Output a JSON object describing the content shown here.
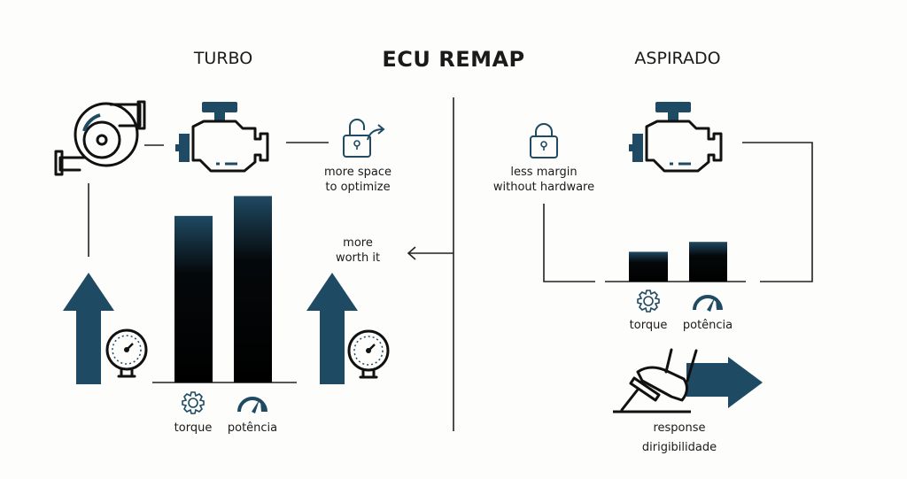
{
  "header": {
    "title": "ECU REMAP",
    "left": "TURBO",
    "right": "ASPIRADO"
  },
  "turbo": {
    "note_unlock": [
      "more space",
      "to optimize"
    ],
    "note_worth": [
      "more",
      "worth it"
    ],
    "bars": {
      "torque_label": "torque",
      "power_label": "potência",
      "torque_level": 0.84,
      "power_level": 0.94
    }
  },
  "aspirated": {
    "note_lock": [
      "less margin",
      "without hardware"
    ],
    "bars": {
      "torque_label": "torque",
      "power_label": "potência",
      "torque_level": 0.15,
      "power_level": 0.2
    },
    "response": "response",
    "drivability": "dirigibilidade"
  },
  "colors": {
    "accent": "#1f4a63",
    "line": "#222222"
  }
}
